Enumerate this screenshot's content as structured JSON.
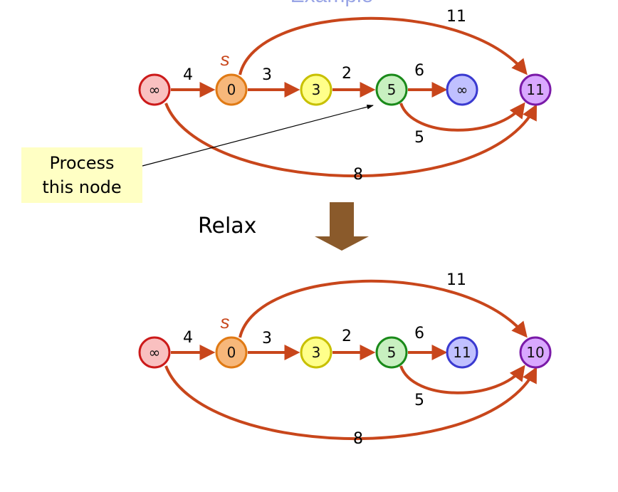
{
  "title_fragment": "Example",
  "callout": {
    "line1": "Process",
    "line2": "this node"
  },
  "relax_label": "Relax",
  "source_label": "s",
  "colors": {
    "edge": "#c8461b",
    "pointer": "#000000",
    "transition_arrow": "#8a5a2b",
    "node_pink": "#f9c0c0",
    "node_orange": "#f7b77a",
    "node_yellow": "#ffff8a",
    "node_green": "#c8f0c0",
    "node_blue": "#c0c0ff",
    "node_purple": "#d9a8ff"
  },
  "before": {
    "nodes": [
      "∞",
      "0",
      "3",
      "5",
      "∞",
      "11"
    ],
    "edge_weights": {
      "e01": "4",
      "e12": "3",
      "e23": "2",
      "e34": "6",
      "e15": "11",
      "e35": "5",
      "e05": "8"
    }
  },
  "after": {
    "nodes": [
      "∞",
      "0",
      "3",
      "5",
      "11",
      "10"
    ],
    "edge_weights": {
      "e01": "4",
      "e12": "3",
      "e23": "2",
      "e34": "6",
      "e15": "11",
      "e35": "5",
      "e05": "8"
    }
  }
}
